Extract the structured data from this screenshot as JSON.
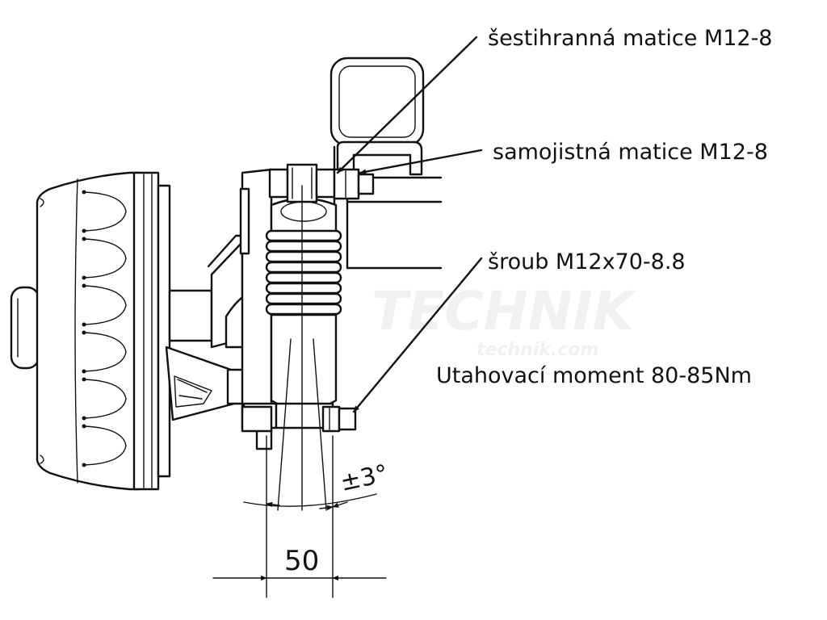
{
  "labels": {
    "hex_nut": "šestihranná matice M12-8",
    "lock_nut": "samojistná matice M12-8",
    "bolt": "šroub M12x70-8.8",
    "torque": "Utahovací moment 80-85Nm",
    "angle": "±3°",
    "dimension": "50"
  },
  "watermark": {
    "brand": "TECHNIK",
    "url": "technik.com"
  },
  "colors": {
    "line": "#111111",
    "background": "#ffffff"
  }
}
